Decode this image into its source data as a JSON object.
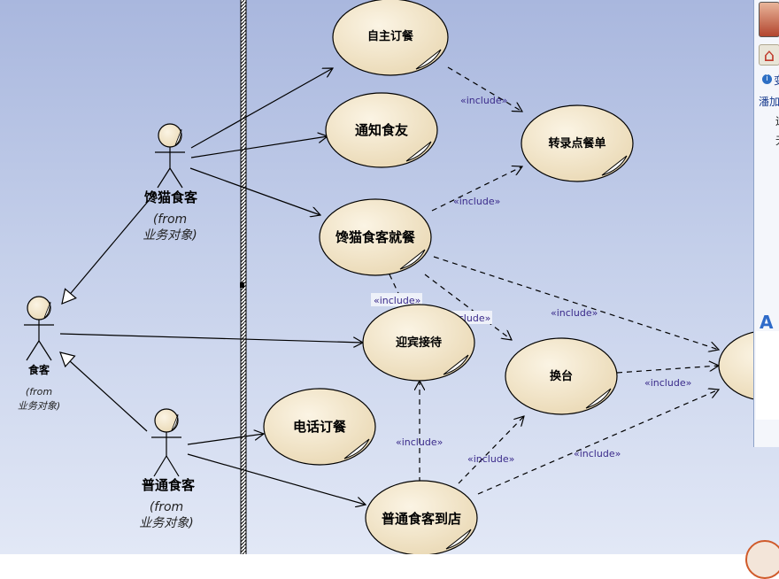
{
  "use_cases": [
    {
      "label": "自主订餐"
    },
    {
      "label": "通知食友"
    },
    {
      "label": "转录点餐单"
    },
    {
      "label": "馋猫食客就餐"
    },
    {
      "label": "迎宾接待"
    },
    {
      "label": "换台"
    },
    {
      "label": "电话订餐"
    },
    {
      "label": "普通食客到店"
    }
  ],
  "actors": [
    {
      "name": "馋猫食客",
      "from_line1": "(from",
      "from_line2": "业务对象)"
    },
    {
      "name": "食客",
      "from_line1": "(from",
      "from_line2": "业务对象)"
    },
    {
      "name": "普通食客",
      "from_line1": "(from",
      "from_line2": "业务对象)"
    }
  ],
  "stereotype": "«include»",
  "side_panel": {
    "avatar_icon": "user-avatar-icon",
    "home_icon": "home-icon",
    "info_icon": "info-icon",
    "info_text": "变",
    "line1": "潘加",
    "line2": "运",
    "line3": "无",
    "font_icon_text": "A"
  },
  "colors": {
    "background_top": "#a9b7de",
    "background_bottom": "#e2e8f6",
    "use_case_fill": "#f6ecd4",
    "include_text": "#3a2a8a"
  }
}
